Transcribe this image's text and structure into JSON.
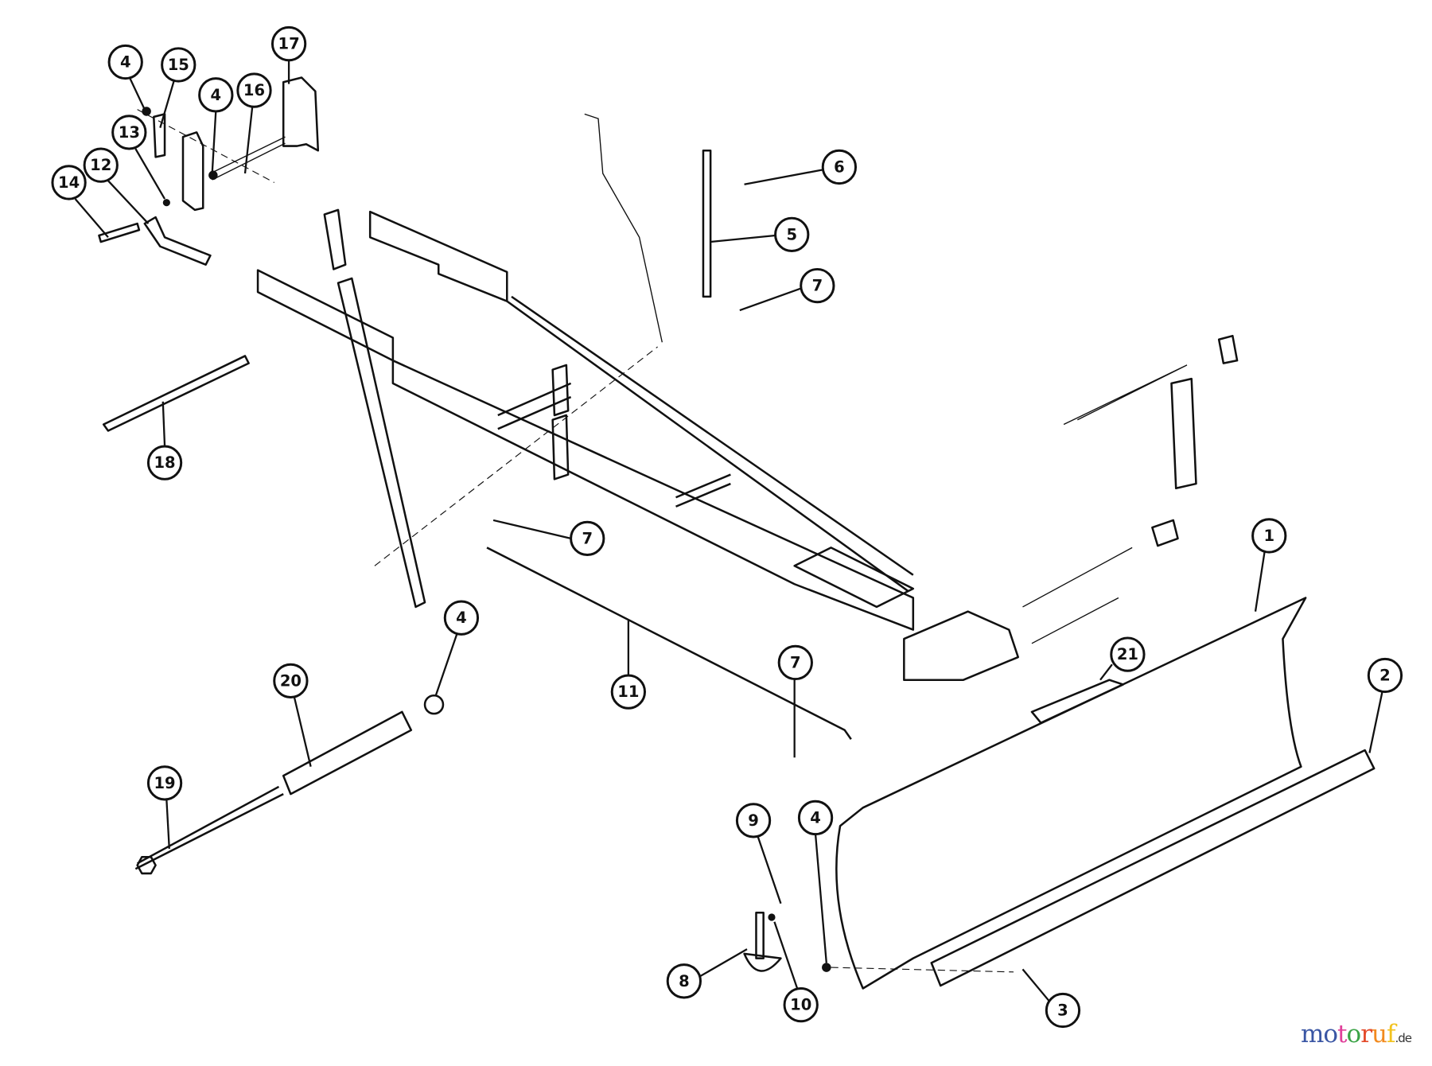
{
  "diagram": {
    "callouts": [
      "4",
      "15",
      "17",
      "4",
      "16",
      "13",
      "12",
      "14",
      "6",
      "5",
      "7",
      "18",
      "7",
      "11",
      "4",
      "20",
      "19",
      "7",
      "21",
      "1",
      "2",
      "9",
      "4",
      "8",
      "10",
      "3"
    ]
  },
  "watermark": {
    "letters": [
      "m",
      "o",
      "t",
      "o",
      "r",
      "u",
      "f"
    ],
    "suffix": ".de",
    "colors": [
      "#3a56a4",
      "#3a56a4",
      "#e0409a",
      "#3aa346",
      "#e34a2a",
      "#f28a1e",
      "#f2c21e"
    ]
  }
}
